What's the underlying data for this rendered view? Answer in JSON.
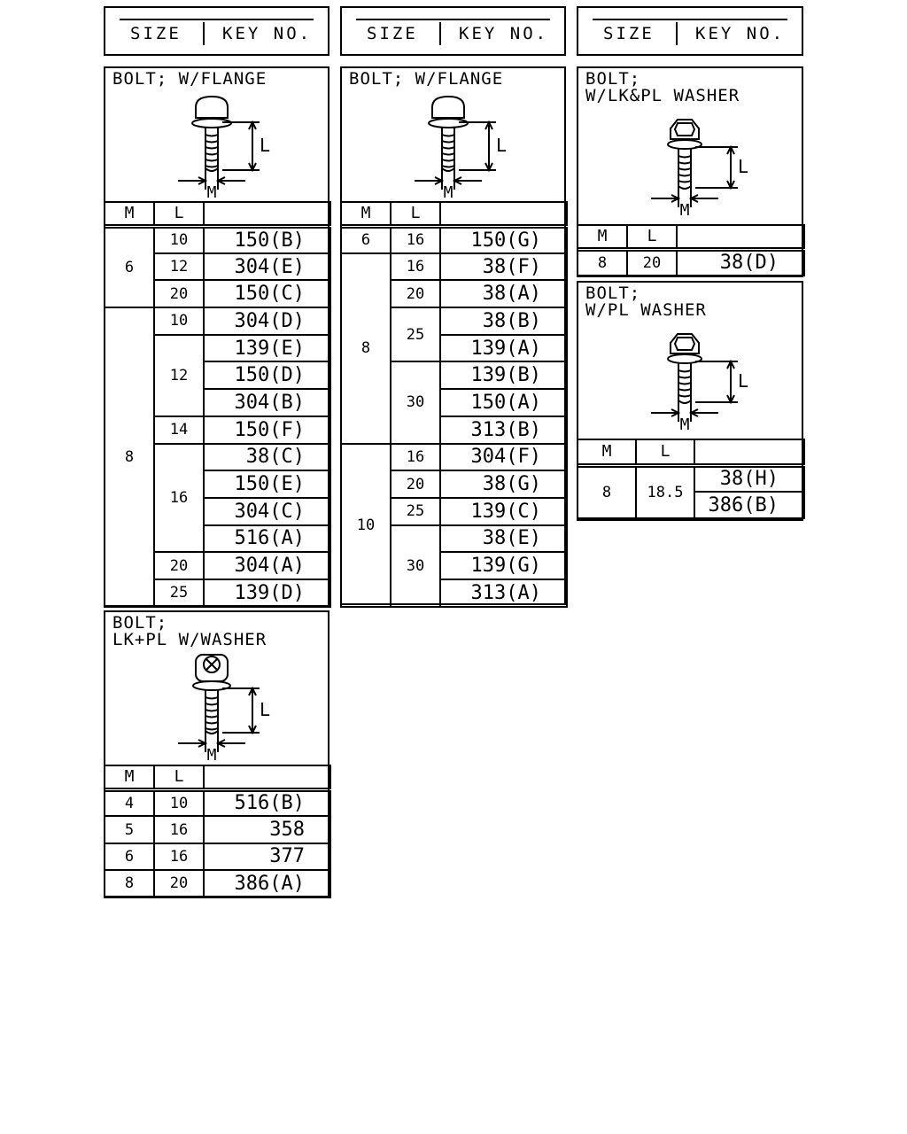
{
  "header": {
    "size_label": "SIZE",
    "key_label": "KEY NO."
  },
  "diagram_labels": {
    "length": "L",
    "diameter": "M"
  },
  "columns": {
    "m": "M",
    "l": "L"
  },
  "panels": {
    "flange1": {
      "title": [
        "BOLT; W/FLANGE"
      ],
      "groups": [
        {
          "m": "6",
          "rows": [
            {
              "l": "10",
              "keys": [
                "150(B)"
              ]
            },
            {
              "l": "12",
              "keys": [
                "304(E)"
              ]
            },
            {
              "l": "20",
              "keys": [
                "150(C)"
              ]
            }
          ]
        },
        {
          "m": "8",
          "rows": [
            {
              "l": "10",
              "keys": [
                "304(D)"
              ]
            },
            {
              "l": "12",
              "keys": [
                "139(E)",
                "150(D)",
                "304(B)"
              ]
            },
            {
              "l": "14",
              "keys": [
                "150(F)"
              ]
            },
            {
              "l": "16",
              "keys": [
                "38(C)",
                "150(E)",
                "304(C)",
                "516(A)"
              ]
            },
            {
              "l": "20",
              "keys": [
                "304(A)"
              ]
            },
            {
              "l": "25",
              "keys": [
                "139(D)"
              ]
            }
          ]
        }
      ]
    },
    "flange2": {
      "title": [
        "BOLT; W/FLANGE"
      ],
      "groups": [
        {
          "m": "6",
          "rows": [
            {
              "l": "16",
              "keys": [
                "150(G)"
              ]
            }
          ]
        },
        {
          "m": "8",
          "rows": [
            {
              "l": "16",
              "keys": [
                "38(F)"
              ]
            },
            {
              "l": "20",
              "keys": [
                "38(A)"
              ]
            },
            {
              "l": "25",
              "keys": [
                "38(B)",
                "139(A)"
              ]
            },
            {
              "l": "30",
              "keys": [
                "139(B)",
                "150(A)",
                "313(B)"
              ]
            }
          ]
        },
        {
          "m": "10",
          "rows": [
            {
              "l": "16",
              "keys": [
                "304(F)"
              ]
            },
            {
              "l": "20",
              "keys": [
                "38(G)"
              ]
            },
            {
              "l": "25",
              "keys": [
                "139(C)"
              ]
            },
            {
              "l": "30",
              "keys": [
                "38(E)",
                "139(G)",
                "313(A)"
              ]
            }
          ]
        }
      ]
    },
    "lkpl": {
      "title": [
        "BOLT;",
        "W/LK&PL WASHER"
      ],
      "groups": [
        {
          "m": "8",
          "rows": [
            {
              "l": "20",
              "keys": [
                "38(D)"
              ]
            }
          ]
        }
      ]
    },
    "pl": {
      "title": [
        "BOLT;",
        "W/PL WASHER"
      ],
      "groups": [
        {
          "m": "8",
          "rows": [
            {
              "l": "18.5",
              "keys": [
                "38(H)",
                "386(B)"
              ]
            }
          ]
        }
      ]
    },
    "lkplw": {
      "title": [
        "BOLT;",
        "LK+PL W/WASHER"
      ],
      "groups": [
        {
          "m": "4",
          "rows": [
            {
              "l": "10",
              "keys": [
                "516(B)"
              ]
            }
          ]
        },
        {
          "m": "5",
          "rows": [
            {
              "l": "16",
              "keys": [
                "358"
              ]
            }
          ]
        },
        {
          "m": "6",
          "rows": [
            {
              "l": "16",
              "keys": [
                "377"
              ]
            }
          ]
        },
        {
          "m": "8",
          "rows": [
            {
              "l": "20",
              "keys": [
                "386(A)"
              ]
            }
          ]
        }
      ]
    }
  }
}
